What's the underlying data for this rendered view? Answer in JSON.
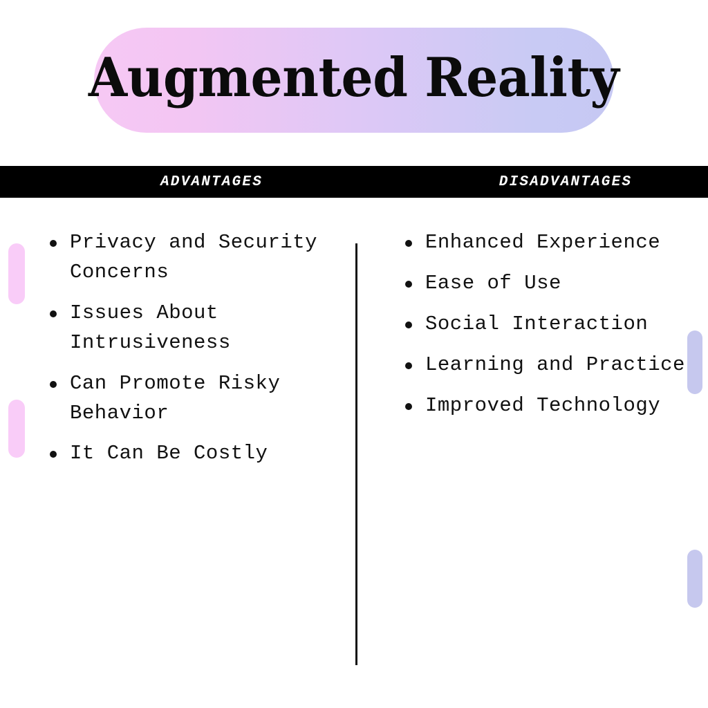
{
  "page": {
    "background_color": "#ffffff",
    "text_color": "#111111"
  },
  "title": {
    "text": "Augmented Reality",
    "pill_gradient_start": "#f6c8f4",
    "pill_gradient_end": "#c6c8f3"
  },
  "header": {
    "background_color": "#000000",
    "text_color": "#ffffff",
    "left_label": "ADVANTAGES",
    "right_label": "DISADVANTAGES"
  },
  "columns": {
    "divider_color": "#111111",
    "left": {
      "heading": "ADVANTAGES",
      "items": [
        "Privacy and Security Concerns",
        "Issues About Intrusiveness",
        "Can Promote Risky Behavior",
        "It Can Be Costly"
      ]
    },
    "right": {
      "heading": "DISADVANTAGES",
      "items": [
        "Enhanced Experience",
        "Ease of Use",
        "Social Interaction",
        "Learning and Practice",
        "Improved Technology"
      ]
    }
  },
  "decorations": {
    "pink_color": "#f9ccf8",
    "lavender_color": "#c6c8ee"
  }
}
